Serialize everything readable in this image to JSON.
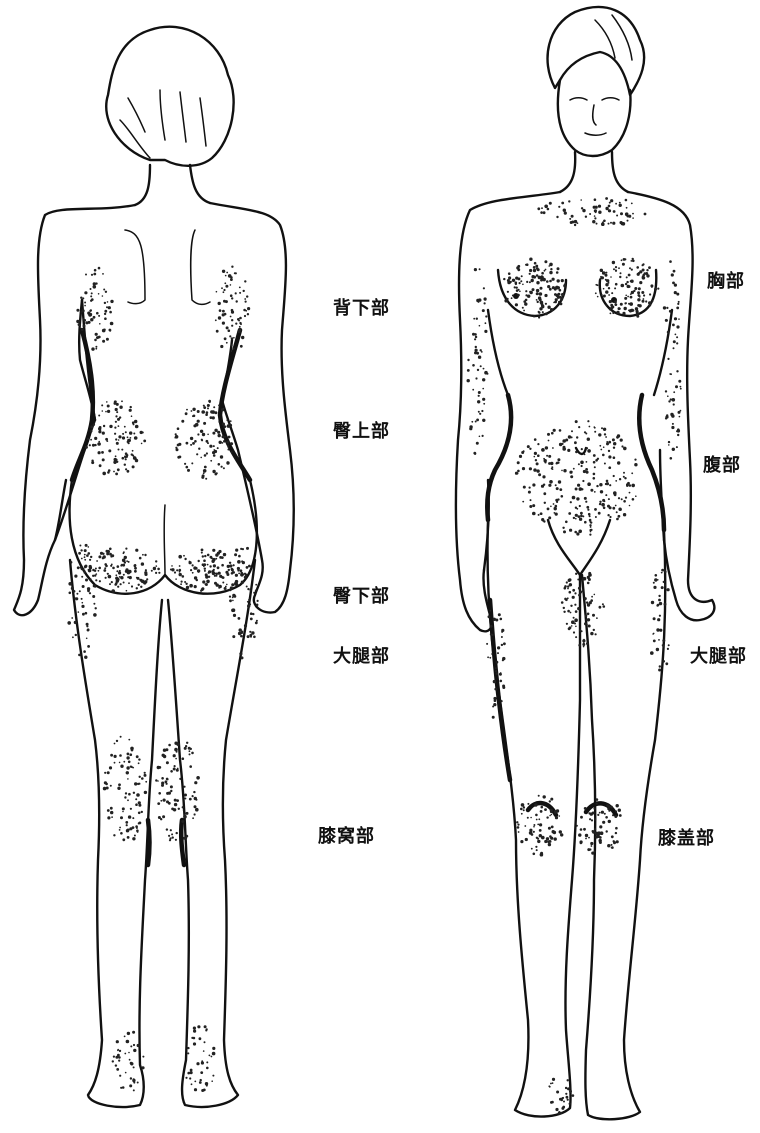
{
  "colors": {
    "ink": "#111111",
    "paper": "#ffffff"
  },
  "back_view": {
    "labels": [
      {
        "id": "lower-back",
        "text": "背下部"
      },
      {
        "id": "upper-buttocks",
        "text": "臀上部"
      },
      {
        "id": "lower-buttocks",
        "text": "臀下部"
      },
      {
        "id": "thigh-back",
        "text": "大腿部"
      },
      {
        "id": "popliteal",
        "text": "膝窝部"
      }
    ]
  },
  "front_view": {
    "labels": [
      {
        "id": "chest",
        "text": "胸部"
      },
      {
        "id": "abdomen",
        "text": "腹部"
      },
      {
        "id": "thigh-front",
        "text": "大腿部"
      },
      {
        "id": "knee",
        "text": "膝盖部"
      }
    ]
  }
}
